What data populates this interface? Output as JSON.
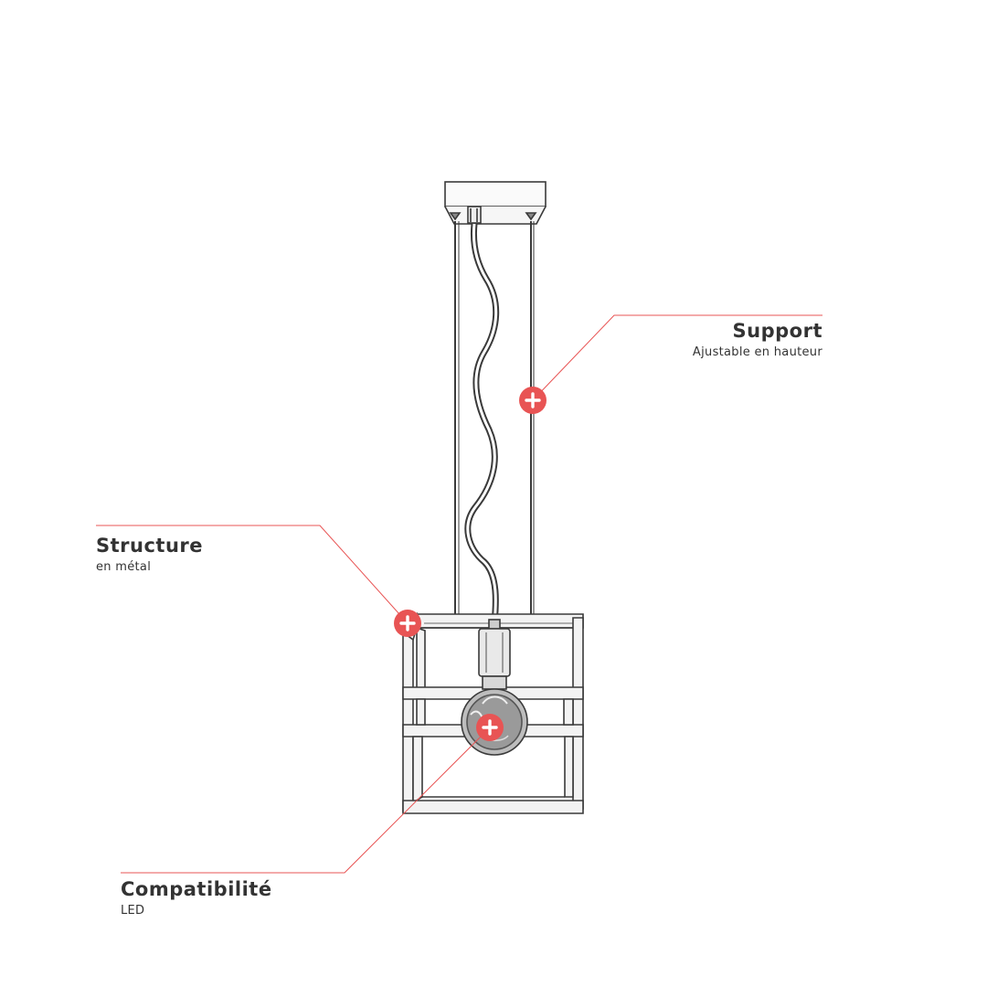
{
  "annotations": {
    "support": {
      "title": "Support",
      "subtitle": "Ajustable en hauteur"
    },
    "structure": {
      "title": "Structure",
      "subtitle": "en métal"
    },
    "compatibility": {
      "title": "Compatibilité",
      "subtitle": "LED"
    }
  },
  "colors": {
    "accent": "#e85454",
    "ink": "#333333",
    "sketch": "#3a3a3a"
  },
  "icons": {
    "hotspot": "plus-icon"
  }
}
